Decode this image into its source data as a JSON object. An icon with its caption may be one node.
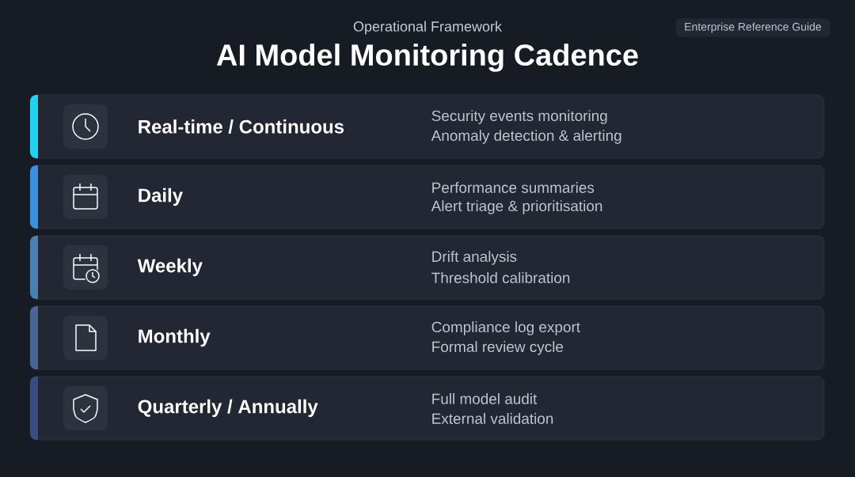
{
  "diagram": {
    "title": "AI Model Monitoring Cadence",
    "nodes": [
      {
        "text": [
          "Enterprise Reference Guide"
        ]
      },
      {
        "text": [
          "Real-time / Continuous",
          "Security events monitoring",
          "Anomaly detection & alerting"
        ]
      },
      {
        "text": [
          "Daily",
          "Performance summaries",
          "Alert triage & prioritisation"
        ]
      },
      {
        "text": [
          "Weekly",
          "Drift analysis",
          "Threshold calibration"
        ]
      },
      {
        "text": [
          "Monthly",
          "Compliance log export",
          "Formal review cycle"
        ]
      },
      {
        "text": [
          "Quarterly / Annually",
          "Full model audit",
          "External validation"
        ]
      }
    ],
    "labels": [
      "Operational Framework"
    ]
  }
}
